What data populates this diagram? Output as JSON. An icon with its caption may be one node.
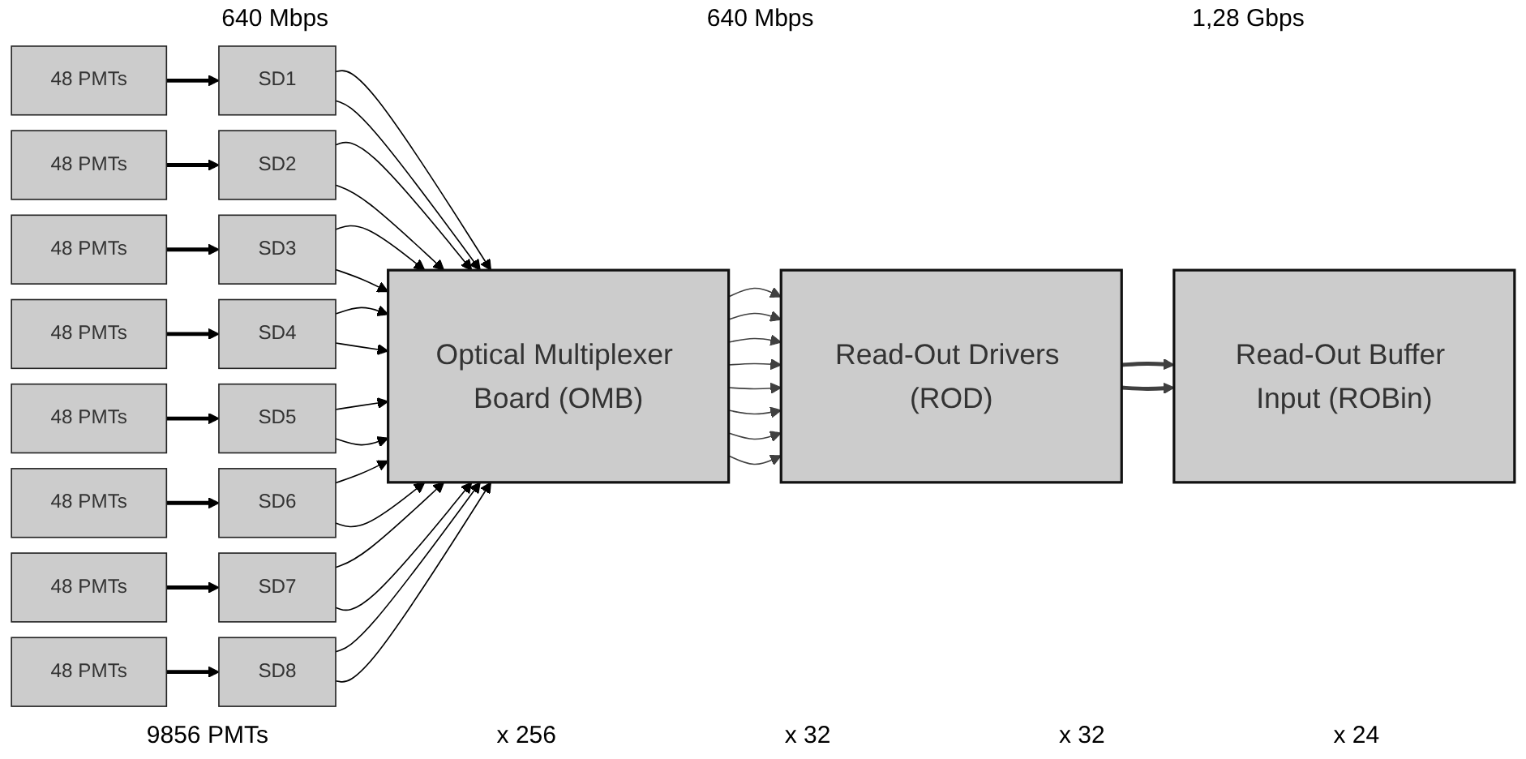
{
  "diagram": {
    "nodes": [
      {
        "text": [
          "48 PMTs"
        ]
      },
      {
        "text": [
          "SD1"
        ]
      },
      {
        "text": [
          "48 PMTs"
        ]
      },
      {
        "text": [
          "SD2"
        ]
      },
      {
        "text": [
          "48 PMTs"
        ]
      },
      {
        "text": [
          "SD3"
        ]
      },
      {
        "text": [
          "48 PMTs"
        ]
      },
      {
        "text": [
          "SD4"
        ]
      },
      {
        "text": [
          "48 PMTs"
        ]
      },
      {
        "text": [
          "SD5"
        ]
      },
      {
        "text": [
          "48 PMTs"
        ]
      },
      {
        "text": [
          "SD6"
        ]
      },
      {
        "text": [
          "48 PMTs"
        ]
      },
      {
        "text": [
          "SD7"
        ]
      },
      {
        "text": [
          "48 PMTs"
        ]
      },
      {
        "text": [
          "SD8"
        ]
      },
      {
        "text": [
          "Optical Multiplexer Board (OMB)"
        ]
      },
      {
        "text": [
          "Read-Out Drivers (ROD)"
        ]
      },
      {
        "text": [
          "Read-Out Buffer Input (ROBin)"
        ]
      }
    ],
    "edges": [
      {
        "from": 0,
        "to": 1,
        "arrow": "to",
        "style": "thick"
      },
      {
        "from": 2,
        "to": 3,
        "arrow": "to",
        "style": "thick"
      },
      {
        "from": 4,
        "to": 5,
        "arrow": "to",
        "style": "thick"
      },
      {
        "from": 6,
        "to": 7,
        "arrow": "to",
        "style": "thick"
      },
      {
        "from": 8,
        "to": 9,
        "arrow": "to",
        "style": "thick"
      },
      {
        "from": 10,
        "to": 11,
        "arrow": "to",
        "style": "thick"
      },
      {
        "from": 12,
        "to": 13,
        "arrow": "to",
        "style": "thick"
      },
      {
        "from": 14,
        "to": 15,
        "arrow": "to",
        "style": "thick"
      },
      {
        "from": 1,
        "to": 16,
        "arrow": "to"
      },
      {
        "from": 1,
        "to": 16,
        "arrow": "to"
      },
      {
        "from": 3,
        "to": 16,
        "arrow": "to"
      },
      {
        "from": 3,
        "to": 16,
        "arrow": "to"
      },
      {
        "from": 5,
        "to": 16,
        "arrow": "to"
      },
      {
        "from": 5,
        "to": 16,
        "arrow": "to"
      },
      {
        "from": 7,
        "to": 16,
        "arrow": "to"
      },
      {
        "from": 7,
        "to": 16,
        "arrow": "to"
      },
      {
        "from": 9,
        "to": 16,
        "arrow": "to"
      },
      {
        "from": 9,
        "to": 16,
        "arrow": "to"
      },
      {
        "from": 11,
        "to": 16,
        "arrow": "to"
      },
      {
        "from": 11,
        "to": 16,
        "arrow": "to"
      },
      {
        "from": 13,
        "to": 16,
        "arrow": "to"
      },
      {
        "from": 13,
        "to": 16,
        "arrow": "to"
      },
      {
        "from": 15,
        "to": 16,
        "arrow": "to"
      },
      {
        "from": 15,
        "to": 16,
        "arrow": "to"
      },
      {
        "from": 16,
        "to": 17,
        "arrow": "to",
        "color": "#404040"
      },
      {
        "from": 16,
        "to": 17,
        "arrow": "to",
        "color": "#404040"
      },
      {
        "from": 16,
        "to": 17,
        "arrow": "to",
        "color": "#404040"
      },
      {
        "from": 16,
        "to": 17,
        "arrow": "to",
        "color": "#404040"
      },
      {
        "from": 16,
        "to": 17,
        "arrow": "to",
        "color": "#404040"
      },
      {
        "from": 16,
        "to": 17,
        "arrow": "to",
        "color": "#404040"
      },
      {
        "from": 16,
        "to": 17,
        "arrow": "to",
        "color": "#404040"
      },
      {
        "from": 16,
        "to": 17,
        "arrow": "to",
        "color": "#404040"
      },
      {
        "from": 17,
        "to": 18,
        "arrow": "to",
        "style": "thick",
        "color": "#404040"
      },
      {
        "from": 17,
        "to": 18,
        "arrow": "to",
        "style": "thick",
        "color": "#404040"
      }
    ],
    "labels": [
      "640 Mbps",
      "640 Mbps",
      "1,28 Gbps",
      "9856 PMTs",
      "x 256",
      "x 32",
      "x 32",
      "x 24"
    ]
  }
}
